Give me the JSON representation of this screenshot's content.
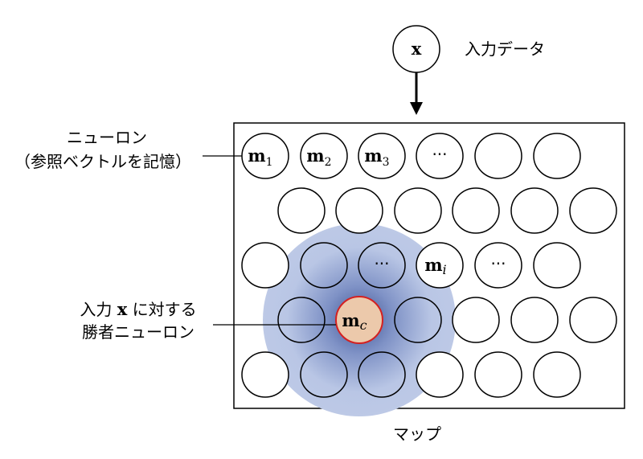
{
  "input": {
    "symbol": "x",
    "label": "入力データ"
  },
  "map": {
    "label": "マップ"
  },
  "neuron_label": {
    "line1": "ニューロン",
    "line2": "（参照ベクトルを記憶）"
  },
  "winner_label": {
    "line1_pre": "入力 ",
    "line1_x": "x",
    "line1_post": " に対する",
    "line2": "勝者ニューロン"
  },
  "neurons": {
    "m1": {
      "base": "m",
      "sub": "1"
    },
    "m2": {
      "base": "m",
      "sub": "2"
    },
    "m3": {
      "base": "m",
      "sub": "3"
    },
    "mi": {
      "base": "m",
      "sub": "i"
    },
    "mc": {
      "base": "m",
      "sub": "c"
    },
    "ellipsis": "···"
  },
  "colors": {
    "neighborhood": "#b7c4e4",
    "neighborhood_center": "#4a5f9e",
    "winner_fill": "#ecc9ab",
    "winner_stroke": "#d42020"
  }
}
